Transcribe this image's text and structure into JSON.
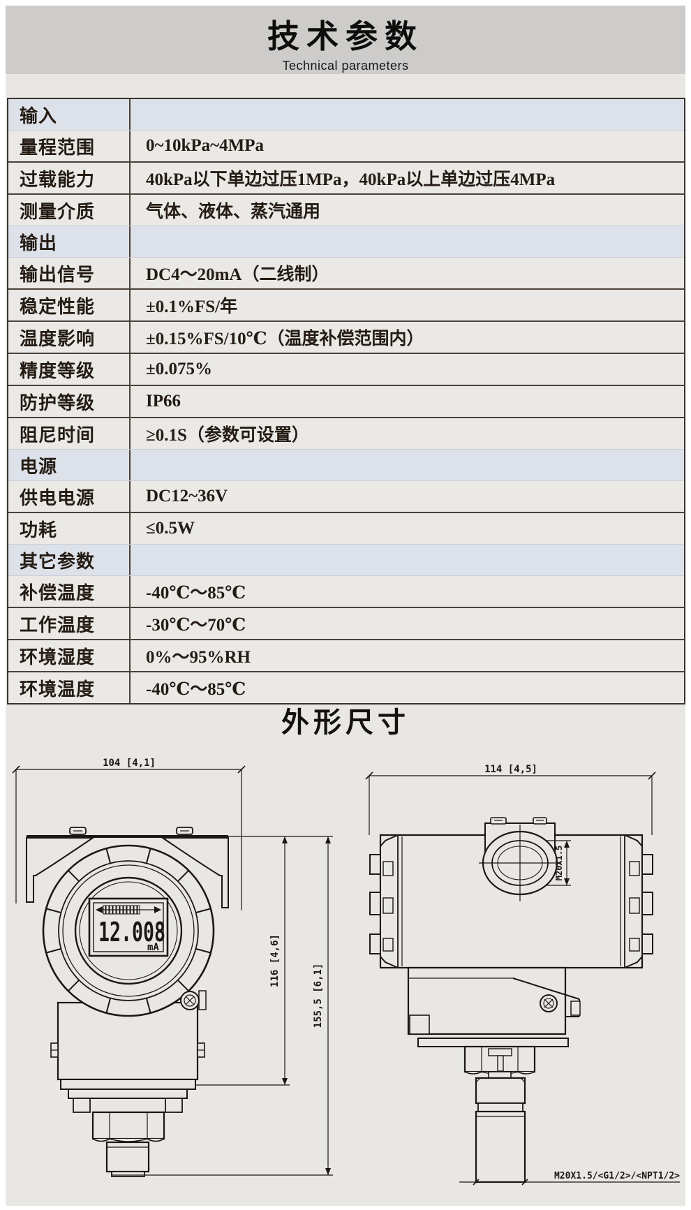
{
  "header": {
    "title": "技术参数",
    "subtitle": "Technical parameters"
  },
  "table": {
    "rows": [
      {
        "type": "section",
        "label": "输入",
        "value": ""
      },
      {
        "type": "data",
        "label": "量程范围",
        "value": "0~10kPa~4MPa"
      },
      {
        "type": "data",
        "label": "过载能力",
        "value": "40kPa以下单边过压1MPa，40kPa以上单边过压4MPa"
      },
      {
        "type": "data",
        "label": "测量介质",
        "value": "气体、液体、蒸汽通用"
      },
      {
        "type": "section",
        "label": "输出",
        "value": ""
      },
      {
        "type": "data",
        "label": "输出信号",
        "value": "DC4～20mA（二线制）"
      },
      {
        "type": "data",
        "label": "稳定性能",
        "value": "±0.1%FS/年"
      },
      {
        "type": "data",
        "label": "温度影响",
        "value": "±0.15%FS/10℃（温度补偿范围内）"
      },
      {
        "type": "data",
        "label": "精度等级",
        "value": "±0.075%"
      },
      {
        "type": "data",
        "label": "防护等级",
        "value": "IP66"
      },
      {
        "type": "data",
        "label": "阻尼时间",
        "value": "≥0.1S（参数可设置）"
      },
      {
        "type": "section",
        "label": "电源",
        "value": ""
      },
      {
        "type": "data",
        "label": "供电电源",
        "value": "DC12~36V"
      },
      {
        "type": "data",
        "label": "功耗",
        "value": "≤0.5W"
      },
      {
        "type": "section",
        "label": "其它参数",
        "value": ""
      },
      {
        "type": "data",
        "label": "补偿温度",
        "value": "-40℃～85℃"
      },
      {
        "type": "data",
        "label": "工作温度",
        "value": "-30℃～70℃"
      },
      {
        "type": "data",
        "label": "环境湿度",
        "value": "0%～95%RH"
      },
      {
        "type": "data",
        "label": "环境温度",
        "value": "-40℃～85℃"
      }
    ]
  },
  "dimensions_section": {
    "title": "外形尺寸"
  },
  "drawings": {
    "front_view": {
      "dim_width": "104 [4,1]",
      "dim_height_body": "116 [4,6]",
      "dim_height_total": "155,5 [6,1]",
      "lcd_value": "12.008",
      "lcd_unit": "mA"
    },
    "side_view": {
      "dim_width": "114 [4,5]",
      "port_thread": "M20X1.5",
      "process_thread": "M20X1.5/<G1/2>/<NPT1/2>"
    }
  },
  "colors": {
    "band_bg": "#cdccca",
    "page_bg": "#e8e7e4",
    "table_row_bg": "#eae9e6",
    "section_row_bg": "#dde1e9",
    "line": "#1c1712"
  }
}
